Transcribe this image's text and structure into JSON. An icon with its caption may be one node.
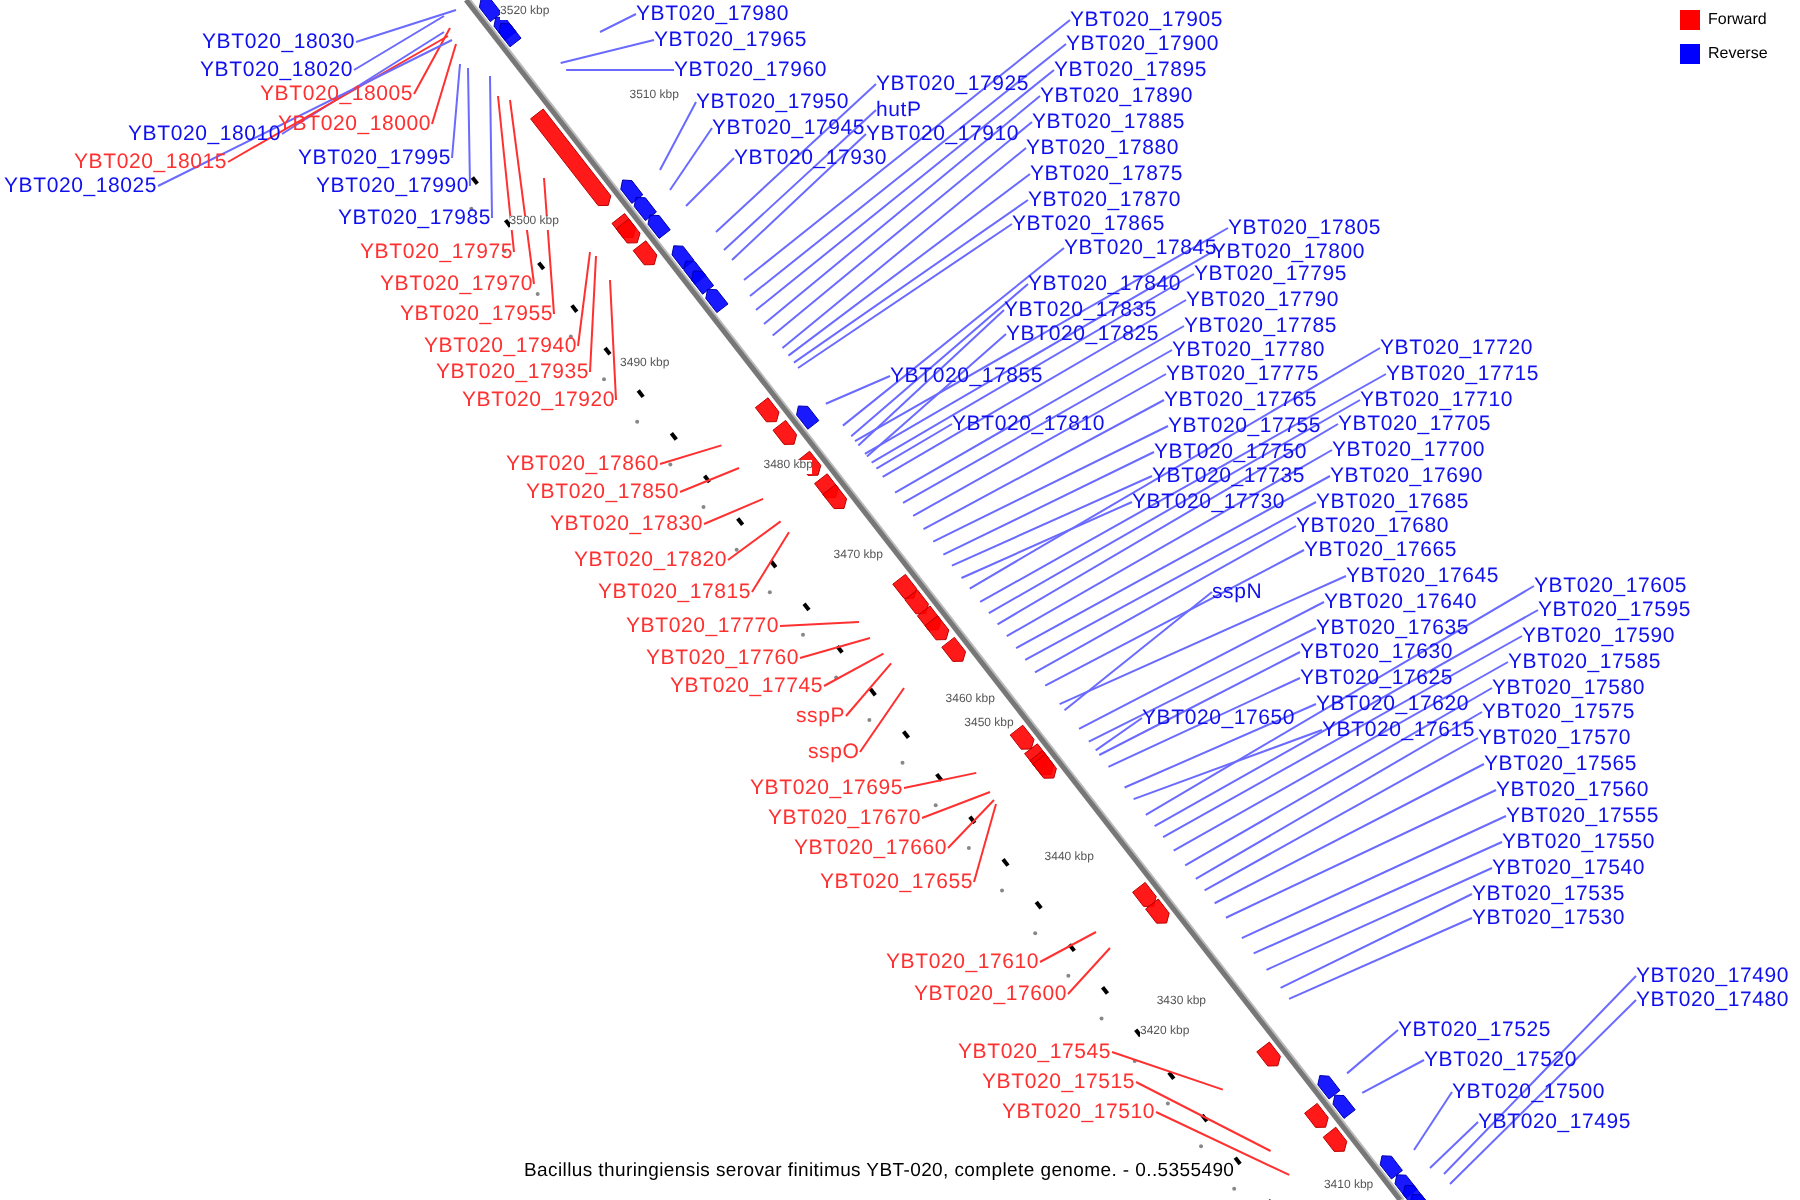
{
  "diagram": {
    "caption": "Bacillus thuringiensis serovar finitimus YBT-020, complete genome. - 0..5355490",
    "nodes": [
      {
        "text": [
          "YBT020_18030"
        ]
      },
      {
        "text": [
          "YBT020_18020"
        ]
      },
      {
        "text": [
          "YBT020_18005"
        ]
      },
      {
        "text": [
          "YBT020_18010"
        ]
      },
      {
        "text": [
          "YBT020_18000"
        ]
      },
      {
        "text": [
          "YBT020_18015"
        ]
      },
      {
        "text": [
          "YBT020_17995"
        ]
      },
      {
        "text": [
          "YBT020_18025"
        ]
      },
      {
        "text": [
          "YBT020_17990"
        ]
      },
      {
        "text": [
          "YBT020_17985"
        ]
      },
      {
        "text": [
          "YBT020_17975"
        ]
      },
      {
        "text": [
          "YBT020_17970"
        ]
      },
      {
        "text": [
          "YBT020_17955"
        ]
      },
      {
        "text": [
          "YBT020_17940"
        ]
      },
      {
        "text": [
          "YBT020_17935"
        ]
      },
      {
        "text": [
          "YBT020_17920"
        ]
      },
      {
        "text": [
          "YBT020_17860"
        ]
      },
      {
        "text": [
          "YBT020_17850"
        ]
      },
      {
        "text": [
          "YBT020_17830"
        ]
      },
      {
        "text": [
          "YBT020_17820"
        ]
      },
      {
        "text": [
          "YBT020_17815"
        ]
      },
      {
        "text": [
          "YBT020_17770"
        ]
      },
      {
        "text": [
          "YBT020_17760"
        ]
      },
      {
        "text": [
          "YBT020_17745"
        ]
      },
      {
        "text": [
          "sspP"
        ]
      },
      {
        "text": [
          "sspO"
        ]
      },
      {
        "text": [
          "YBT020_17695"
        ]
      },
      {
        "text": [
          "YBT020_17670"
        ]
      },
      {
        "text": [
          "YBT020_17660"
        ]
      },
      {
        "text": [
          "YBT020_17655"
        ]
      },
      {
        "text": [
          "YBT020_17610"
        ]
      },
      {
        "text": [
          "YBT020_17600"
        ]
      },
      {
        "text": [
          "YBT020_17545"
        ]
      },
      {
        "text": [
          "YBT020_17515"
        ]
      },
      {
        "text": [
          "YBT020_17510"
        ]
      },
      {
        "text": [
          "YBT020_17980"
        ]
      },
      {
        "text": [
          "YBT020_17965"
        ]
      },
      {
        "text": [
          "YBT020_17960"
        ]
      },
      {
        "text": [
          "YBT020_17950"
        ]
      },
      {
        "text": [
          "YBT020_17945"
        ]
      },
      {
        "text": [
          "YBT020_17930"
        ]
      },
      {
        "text": [
          "YBT020_17925"
        ]
      },
      {
        "text": [
          "hutP"
        ]
      },
      {
        "text": [
          "YBT020_17910"
        ]
      },
      {
        "text": [
          "YBT020_17905"
        ]
      },
      {
        "text": [
          "YBT020_17900"
        ]
      },
      {
        "text": [
          "YBT020_17895"
        ]
      },
      {
        "text": [
          "YBT020_17890"
        ]
      },
      {
        "text": [
          "YBT020_17885"
        ]
      },
      {
        "text": [
          "YBT020_17880"
        ]
      },
      {
        "text": [
          "YBT020_17875"
        ]
      },
      {
        "text": [
          "YBT020_17870"
        ]
      },
      {
        "text": [
          "YBT020_17865"
        ]
      },
      {
        "text": [
          "YBT020_17845"
        ]
      },
      {
        "text": [
          "YBT020_17840"
        ]
      },
      {
        "text": [
          "YBT020_17835"
        ]
      },
      {
        "text": [
          "YBT020_17825"
        ]
      },
      {
        "text": [
          "YBT020_17855"
        ]
      },
      {
        "text": [
          "YBT020_17810"
        ]
      },
      {
        "text": [
          "YBT020_17805"
        ]
      },
      {
        "text": [
          "YBT020_17800"
        ]
      },
      {
        "text": [
          "YBT020_17795"
        ]
      },
      {
        "text": [
          "YBT020_17790"
        ]
      },
      {
        "text": [
          "YBT020_17785"
        ]
      },
      {
        "text": [
          "YBT020_17780"
        ]
      },
      {
        "text": [
          "YBT020_17775"
        ]
      },
      {
        "text": [
          "YBT020_17765"
        ]
      },
      {
        "text": [
          "YBT020_17755"
        ]
      },
      {
        "text": [
          "YBT020_17750"
        ]
      },
      {
        "text": [
          "YBT020_17735"
        ]
      },
      {
        "text": [
          "YBT020_17730"
        ]
      },
      {
        "text": [
          "YBT020_17720"
        ]
      },
      {
        "text": [
          "YBT020_17715"
        ]
      },
      {
        "text": [
          "YBT020_17710"
        ]
      },
      {
        "text": [
          "YBT020_17705"
        ]
      },
      {
        "text": [
          "YBT020_17700"
        ]
      },
      {
        "text": [
          "YBT020_17690"
        ]
      },
      {
        "text": [
          "YBT020_17685"
        ]
      },
      {
        "text": [
          "YBT020_17680"
        ]
      },
      {
        "text": [
          "YBT020_17665"
        ]
      },
      {
        "text": [
          "sspN"
        ]
      },
      {
        "text": [
          "YBT020_17645"
        ]
      },
      {
        "text": [
          "YBT020_17640"
        ]
      },
      {
        "text": [
          "YBT020_17635"
        ]
      },
      {
        "text": [
          "YBT020_17630"
        ]
      },
      {
        "text": [
          "YBT020_17625"
        ]
      },
      {
        "text": [
          "YBT020_17620"
        ]
      },
      {
        "text": [
          "YBT020_17615"
        ]
      },
      {
        "text": [
          "YBT020_17650"
        ]
      },
      {
        "text": [
          "YBT020_17605"
        ]
      },
      {
        "text": [
          "YBT020_17595"
        ]
      },
      {
        "text": [
          "YBT020_17590"
        ]
      },
      {
        "text": [
          "YBT020_17585"
        ]
      },
      {
        "text": [
          "YBT020_17580"
        ]
      },
      {
        "text": [
          "YBT020_17575"
        ]
      },
      {
        "text": [
          "YBT020_17570"
        ]
      },
      {
        "text": [
          "YBT020_17565"
        ]
      },
      {
        "text": [
          "YBT020_17560"
        ]
      },
      {
        "text": [
          "YBT020_17555"
        ]
      },
      {
        "text": [
          "YBT020_17550"
        ]
      },
      {
        "text": [
          "YBT020_17540"
        ]
      },
      {
        "text": [
          "YBT020_17535"
        ]
      },
      {
        "text": [
          "YBT020_17530"
        ]
      },
      {
        "text": [
          "YBT020_17525"
        ]
      },
      {
        "text": [
          "YBT020_17520"
        ]
      },
      {
        "text": [
          "YBT020_17500"
        ]
      },
      {
        "text": [
          "YBT020_17495"
        ]
      },
      {
        "text": [
          "YBT020_17490"
        ]
      },
      {
        "text": [
          "YBT020_17480"
        ]
      }
    ],
    "edges": [
      {
        "from": 0,
        "to": null,
        "arrow": "none"
      },
      {
        "from": 1,
        "to": null,
        "arrow": "none"
      },
      {
        "from": 2,
        "to": null,
        "arrow": "none",
        "color": "#ff3030"
      },
      {
        "from": 3,
        "to": null,
        "arrow": "none"
      },
      {
        "from": 4,
        "to": null,
        "arrow": "none",
        "color": "#ff3030"
      },
      {
        "from": 5,
        "to": null,
        "arrow": "none",
        "color": "#ff3030"
      },
      {
        "from": 6,
        "to": null,
        "arrow": "none"
      },
      {
        "from": 7,
        "to": null,
        "arrow": "none"
      },
      {
        "from": 8,
        "to": null,
        "arrow": "none"
      },
      {
        "from": 9,
        "to": null,
        "arrow": "none"
      },
      {
        "from": 10,
        "to": null,
        "arrow": "none",
        "color": "#ff3030"
      },
      {
        "from": 11,
        "to": null,
        "arrow": "none",
        "color": "#ff3030"
      },
      {
        "from": 12,
        "to": null,
        "arrow": "none",
        "color": "#ff3030"
      },
      {
        "from": 13,
        "to": null,
        "arrow": "none",
        "color": "#ff3030"
      },
      {
        "from": 14,
        "to": null,
        "arrow": "none",
        "color": "#ff3030"
      },
      {
        "from": 15,
        "to": null,
        "arrow": "none",
        "color": "#ff3030"
      },
      {
        "from": 16,
        "to": null,
        "arrow": "none",
        "color": "#ff3030"
      },
      {
        "from": 17,
        "to": null,
        "arrow": "none",
        "color": "#ff3030"
      },
      {
        "from": 18,
        "to": null,
        "arrow": "none",
        "color": "#ff3030"
      },
      {
        "from": 19,
        "to": null,
        "arrow": "none",
        "color": "#ff3030"
      },
      {
        "from": 20,
        "to": null,
        "arrow": "none",
        "color": "#ff3030"
      },
      {
        "from": 21,
        "to": null,
        "arrow": "none",
        "color": "#ff3030"
      },
      {
        "from": 22,
        "to": null,
        "arrow": "none",
        "color": "#ff3030"
      },
      {
        "from": 23,
        "to": null,
        "arrow": "none",
        "color": "#ff3030"
      },
      {
        "from": 24,
        "to": null,
        "arrow": "none",
        "color": "#ff3030"
      },
      {
        "from": 25,
        "to": null,
        "arrow": "none",
        "color": "#ff3030"
      },
      {
        "from": 26,
        "to": null,
        "arrow": "none",
        "color": "#ff3030"
      },
      {
        "from": 27,
        "to": null,
        "arrow": "none",
        "color": "#ff3030"
      },
      {
        "from": 28,
        "to": null,
        "arrow": "none",
        "color": "#ff3030"
      },
      {
        "from": 29,
        "to": null,
        "arrow": "none",
        "color": "#ff3030"
      },
      {
        "from": 30,
        "to": null,
        "arrow": "none",
        "color": "#ff3030"
      },
      {
        "from": 31,
        "to": null,
        "arrow": "none",
        "color": "#ff3030"
      },
      {
        "from": 32,
        "to": null,
        "arrow": "none",
        "color": "#ff3030"
      },
      {
        "from": 33,
        "to": null,
        "arrow": "none",
        "color": "#ff3030"
      },
      {
        "from": 34,
        "to": null,
        "arrow": "none",
        "color": "#ff3030"
      },
      {
        "from": 35,
        "to": null,
        "arrow": "none"
      },
      {
        "from": 36,
        "to": null,
        "arrow": "none"
      },
      {
        "from": 37,
        "to": null,
        "arrow": "none"
      },
      {
        "from": 38,
        "to": null,
        "arrow": "none"
      },
      {
        "from": 39,
        "to": null,
        "arrow": "none"
      },
      {
        "from": 40,
        "to": null,
        "arrow": "none"
      },
      {
        "from": 41,
        "to": null,
        "arrow": "none"
      },
      {
        "from": 42,
        "to": null,
        "arrow": "none"
      },
      {
        "from": 43,
        "to": null,
        "arrow": "none"
      },
      {
        "from": 44,
        "to": null,
        "arrow": "none"
      },
      {
        "from": 45,
        "to": null,
        "arrow": "none"
      },
      {
        "from": 46,
        "to": null,
        "arrow": "none"
      },
      {
        "from": 47,
        "to": null,
        "arrow": "none"
      },
      {
        "from": 48,
        "to": null,
        "arrow": "none"
      },
      {
        "from": 49,
        "to": null,
        "arrow": "none"
      },
      {
        "from": 50,
        "to": null,
        "arrow": "none"
      },
      {
        "from": 51,
        "to": null,
        "arrow": "none"
      },
      {
        "from": 52,
        "to": null,
        "arrow": "none"
      },
      {
        "from": 53,
        "to": null,
        "arrow": "none"
      },
      {
        "from": 54,
        "to": null,
        "arrow": "none"
      },
      {
        "from": 55,
        "to": null,
        "arrow": "none"
      },
      {
        "from": 56,
        "to": null,
        "arrow": "none"
      },
      {
        "from": 57,
        "to": null,
        "arrow": "none"
      },
      {
        "from": 58,
        "to": null,
        "arrow": "none"
      },
      {
        "from": 59,
        "to": null,
        "arrow": "none"
      },
      {
        "from": 60,
        "to": null,
        "arrow": "none"
      },
      {
        "from": 61,
        "to": null,
        "arrow": "none"
      },
      {
        "from": 62,
        "to": null,
        "arrow": "none"
      },
      {
        "from": 63,
        "to": null,
        "arrow": "none"
      },
      {
        "from": 64,
        "to": null,
        "arrow": "none"
      },
      {
        "from": 65,
        "to": null,
        "arrow": "none"
      },
      {
        "from": 66,
        "to": null,
        "arrow": "none"
      },
      {
        "from": 67,
        "to": null,
        "arrow": "none"
      },
      {
        "from": 68,
        "to": null,
        "arrow": "none"
      },
      {
        "from": 69,
        "to": null,
        "arrow": "none"
      },
      {
        "from": 70,
        "to": null,
        "arrow": "none"
      },
      {
        "from": 71,
        "to": null,
        "arrow": "none"
      },
      {
        "from": 72,
        "to": null,
        "arrow": "none"
      },
      {
        "from": 73,
        "to": null,
        "arrow": "none"
      },
      {
        "from": 74,
        "to": null,
        "arrow": "none"
      },
      {
        "from": 75,
        "to": null,
        "arrow": "none"
      },
      {
        "from": 76,
        "to": null,
        "arrow": "none"
      },
      {
        "from": 77,
        "to": null,
        "arrow": "none"
      },
      {
        "from": 78,
        "to": null,
        "arrow": "none"
      },
      {
        "from": 79,
        "to": null,
        "arrow": "none"
      },
      {
        "from": 80,
        "to": null,
        "arrow": "none"
      },
      {
        "from": 81,
        "to": null,
        "arrow": "none"
      },
      {
        "from": 82,
        "to": null,
        "arrow": "none"
      },
      {
        "from": 83,
        "to": null,
        "arrow": "none"
      },
      {
        "from": 84,
        "to": null,
        "arrow": "none"
      },
      {
        "from": 85,
        "to": null,
        "arrow": "none"
      },
      {
        "from": 86,
        "to": null,
        "arrow": "none"
      },
      {
        "from": 87,
        "to": null,
        "arrow": "none"
      },
      {
        "from": 88,
        "to": null,
        "arrow": "none"
      },
      {
        "from": 89,
        "to": null,
        "arrow": "none"
      },
      {
        "from": 90,
        "to": null,
        "arrow": "none"
      },
      {
        "from": 91,
        "to": null,
        "arrow": "none"
      },
      {
        "from": 92,
        "to": null,
        "arrow": "none"
      },
      {
        "from": 93,
        "to": null,
        "arrow": "none"
      },
      {
        "from": 94,
        "to": null,
        "arrow": "none"
      },
      {
        "from": 95,
        "to": null,
        "arrow": "none"
      },
      {
        "from": 96,
        "to": null,
        "arrow": "none"
      },
      {
        "from": 97,
        "to": null,
        "arrow": "none"
      },
      {
        "from": 98,
        "to": null,
        "arrow": "none"
      },
      {
        "from": 99,
        "to": null,
        "arrow": "none"
      },
      {
        "from": 100,
        "to": null,
        "arrow": "none"
      },
      {
        "from": 101,
        "to": null,
        "arrow": "none"
      },
      {
        "from": 102,
        "to": null,
        "arrow": "none"
      },
      {
        "from": 103,
        "to": null,
        "arrow": "none"
      },
      {
        "from": 104,
        "to": null,
        "arrow": "none"
      },
      {
        "from": 105,
        "to": null,
        "arrow": "none"
      },
      {
        "from": 106,
        "to": null,
        "arrow": "none"
      },
      {
        "from": 107,
        "to": null,
        "arrow": "none"
      },
      {
        "from": 108,
        "to": null,
        "arrow": "none"
      }
    ],
    "labels": [
      "3520 kbp",
      "3510 kbp",
      "3500 kbp",
      "3490 kbp",
      "3480 kbp",
      "3470 kbp",
      "3460 kbp",
      "3450 kbp",
      "3440 kbp",
      "3430 kbp",
      "3420 kbp",
      "3410 kbp"
    ],
    "legend": [
      {
        "text": "Forward",
        "color": "#ff0000"
      },
      {
        "text": "Reverse",
        "color": "#0000ff"
      }
    ]
  }
}
